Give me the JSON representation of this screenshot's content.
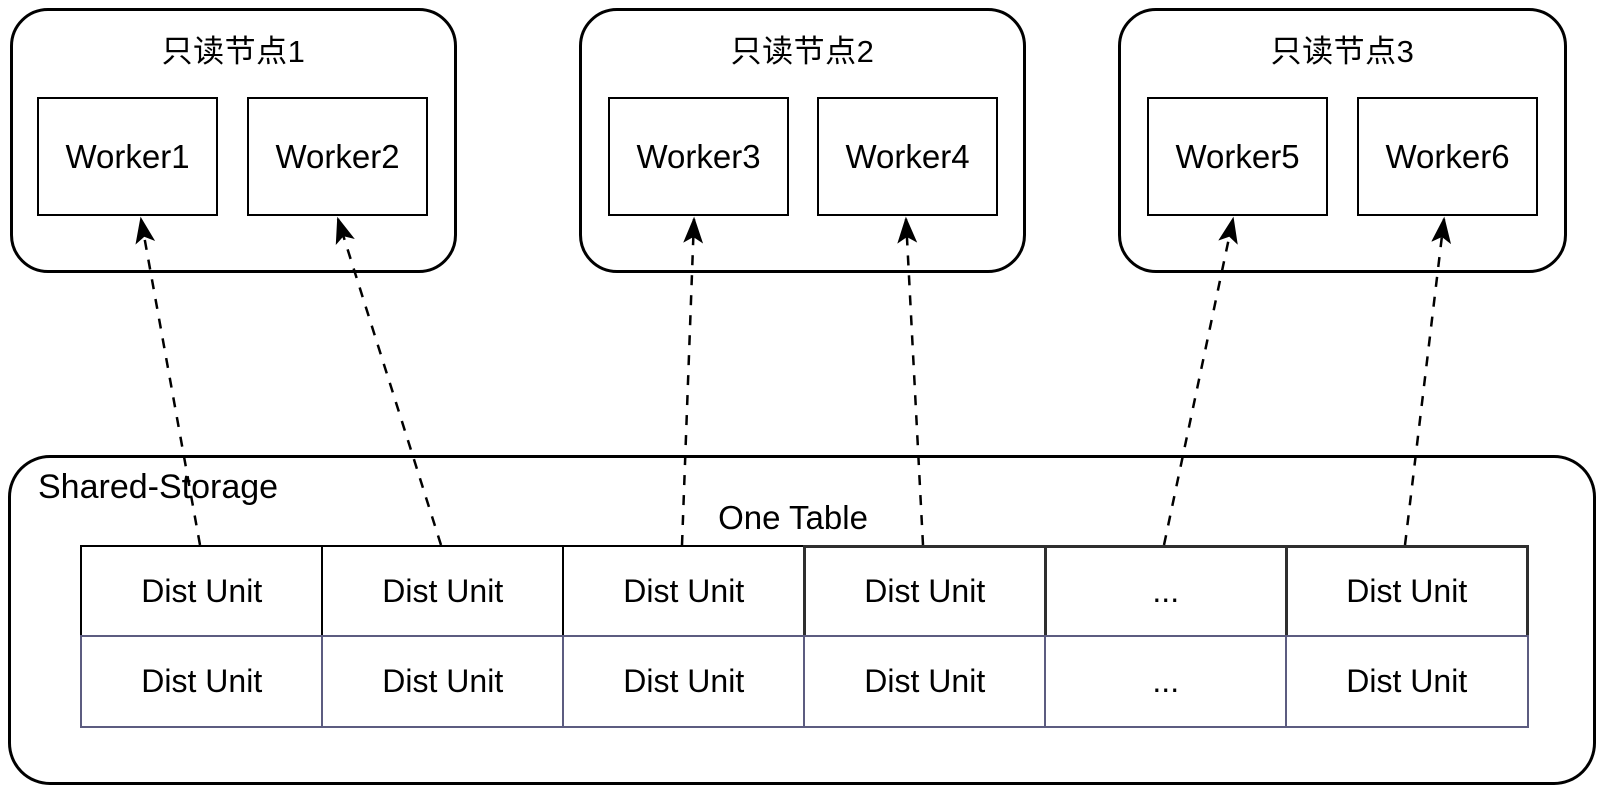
{
  "nodes": [
    {
      "title": "只读节点1",
      "workers": [
        "Worker1",
        "Worker2"
      ]
    },
    {
      "title": "只读节点2",
      "workers": [
        "Worker3",
        "Worker4"
      ]
    },
    {
      "title": "只读节点3",
      "workers": [
        "Worker5",
        "Worker6"
      ]
    }
  ],
  "storage": {
    "label": "Shared-Storage",
    "table_title": "One Table",
    "table": {
      "row1": [
        "Dist Unit",
        "Dist Unit",
        "Dist Unit",
        "Dist Unit",
        "...",
        "Dist Unit"
      ],
      "row2": [
        "Dist Unit",
        "Dist Unit",
        "Dist Unit",
        "Dist Unit",
        "...",
        "Dist Unit"
      ]
    }
  },
  "colors": {
    "stroke": "#000000",
    "row1_heavy_border": "#2f2f2f",
    "row2_border": "#5c5c80",
    "background": "#ffffff"
  }
}
